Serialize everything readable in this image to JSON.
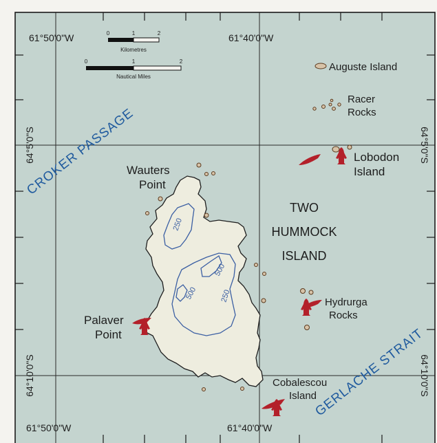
{
  "colors": {
    "sea": "#c4d4cf",
    "land": "#eeeddf",
    "contour": "#3b5fa3",
    "penguin": "#b3202a",
    "frame": "#1a1a1a",
    "sea_label": "#1f5a9e"
  },
  "coordinates": {
    "top_left_lon": "61°50'0\"W",
    "top_center_lon": "61°40'0\"W",
    "bottom_left_lon": "61°50'0\"W",
    "bottom_center_lon": "61°40'0\"W",
    "left_upper_lat": "64°5'0\"S",
    "left_lower_lat": "64°10'0\"S",
    "right_upper_lat": "64°5'0\"S",
    "right_lower_lat": "64°10'0\"S"
  },
  "scalebars": {
    "km": {
      "ticks": [
        "0",
        "1",
        "2"
      ],
      "unit": "Kilometres"
    },
    "nm": {
      "ticks": [
        "0",
        "1",
        "2"
      ],
      "unit": "Nautical Miles"
    }
  },
  "places": {
    "auguste": "Auguste Island",
    "racer_1": "Racer",
    "racer_2": "Rocks",
    "lobodon_1": "Lobodon",
    "lobodon_2": "Island",
    "wauters_1": "Wauters",
    "wauters_2": "Point",
    "island_1": "TWO",
    "island_2": "HUMMOCK",
    "island_3": "ISLAND",
    "hydrurga_1": "Hydrurga",
    "hydrurga_2": "Rocks",
    "palaver_1": "Palaver",
    "palaver_2": "Point",
    "cobalescou_1": "Cobalescou",
    "cobalescou_2": "Island"
  },
  "water": {
    "croker": "CROKER PASSAGE",
    "gerlache": "GERLACHE STRAIT"
  },
  "contours": {
    "c250_north": "250",
    "c500_a": "500",
    "c500_b": "500",
    "c250_south": "250"
  }
}
